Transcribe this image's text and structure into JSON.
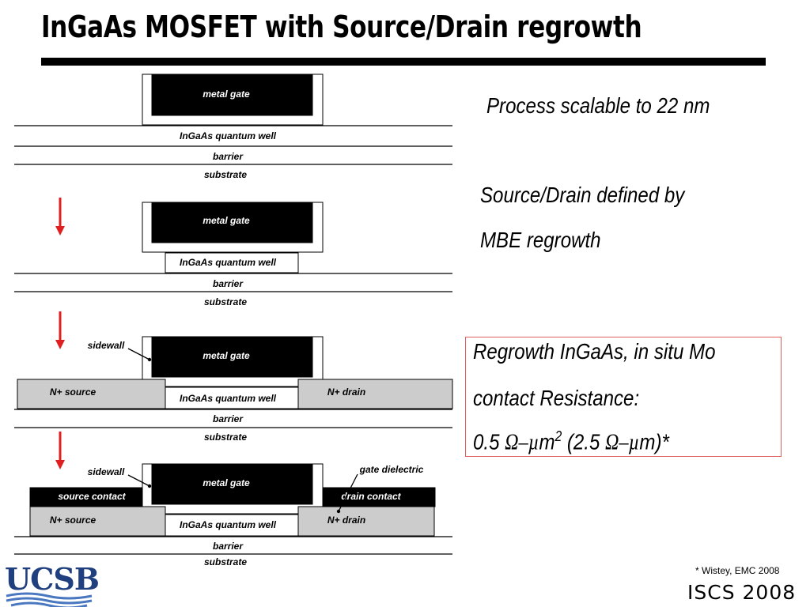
{
  "title": "InGaAs MOSFET with Source/Drain regrowth",
  "diagram": {
    "labels": {
      "metal_gate": "metal gate",
      "quantum_well": "InGaAs quantum well",
      "barrier": "barrier",
      "substrate": "substrate",
      "sidewall": "sidewall",
      "n_source": "N+ source",
      "n_drain": "N+ drain",
      "source_contact": "source contact",
      "drain_contact": "drain contact",
      "gate_dielectric": "gate dielectric"
    },
    "colors": {
      "arrow": "#e02020",
      "n_region": "#cccccc",
      "contact": "#000000"
    },
    "stages": 4
  },
  "bullets": {
    "process": "Process scalable to 22 nm",
    "sd_line1": "Source/Drain defined by",
    "sd_line2": "MBE regrowth"
  },
  "callout": {
    "line1": "Regrowth InGaAs, in situ Mo",
    "line2": "contact Resistance:",
    "line3_prefix": "0.5 ",
    "unit_ohm": "Ω",
    "unit_dash": "–",
    "unit_mu": "µ",
    "unit_m": "m",
    "sup": "2",
    "line3_mid": " (2.5 ",
    "line3_suffix": "m)*"
  },
  "footnote": "* Wistey, EMC 2008",
  "conference": "ISCS 2008",
  "logo": "UCSB"
}
